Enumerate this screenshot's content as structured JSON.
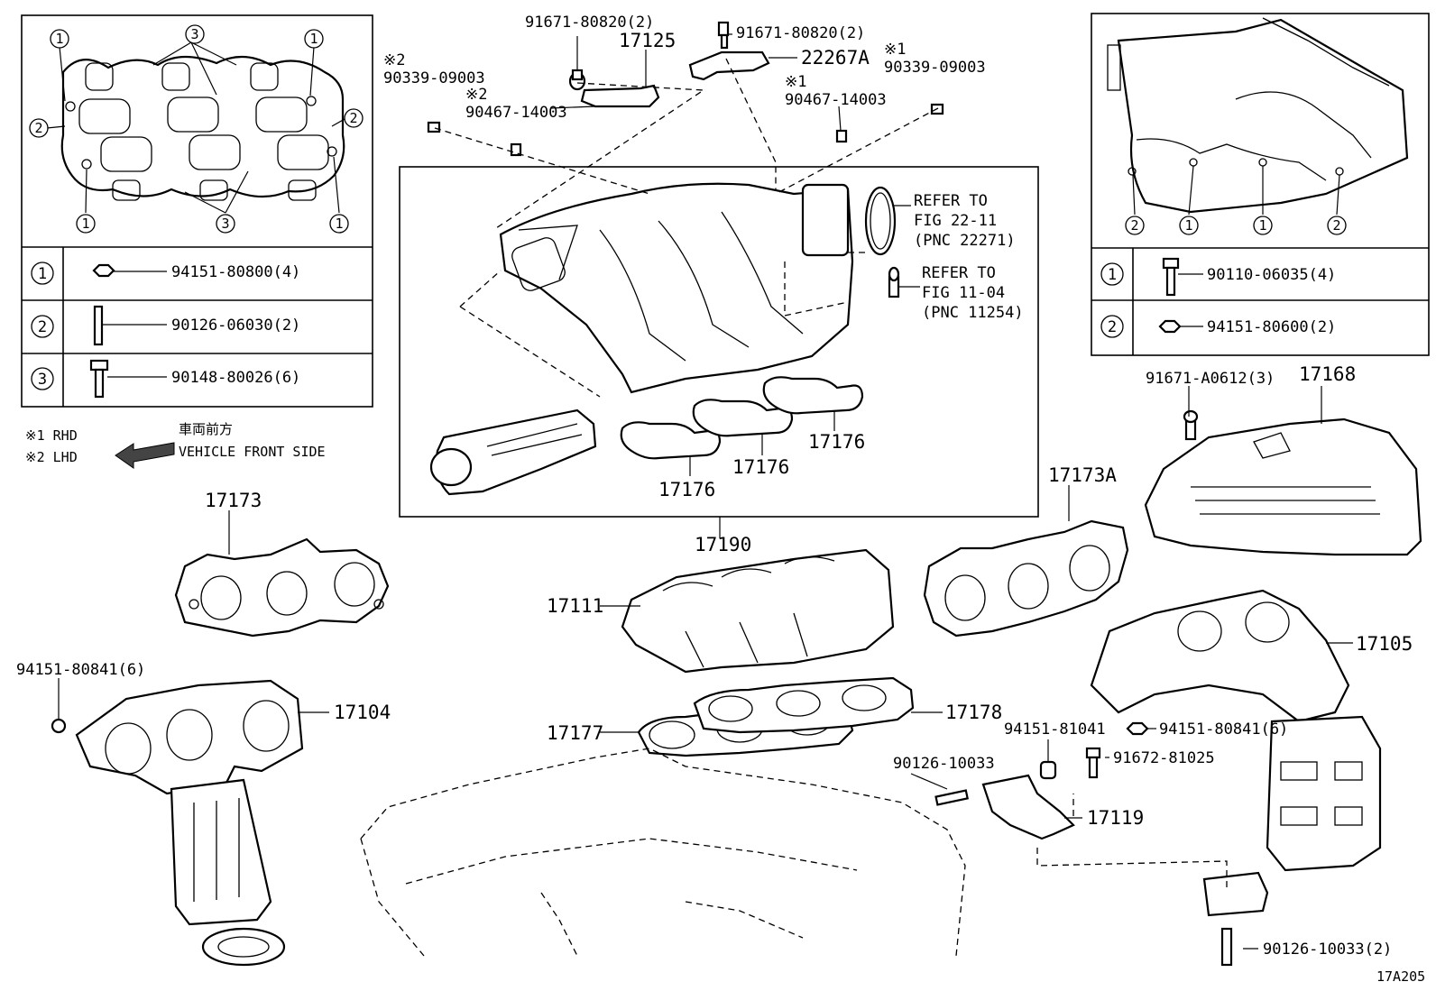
{
  "corner_code": "17A205",
  "legend": {
    "rhd": "※1 RHD",
    "lhd": "※2 LHD",
    "front_jp": "車両前方",
    "front_en": "VEHICLE FRONT SIDE"
  },
  "left_inset": {
    "markers": [
      "1",
      "2",
      "3"
    ],
    "rows": [
      {
        "num": "1",
        "part": "94151-80800(4)"
      },
      {
        "num": "2",
        "part": "90126-06030(2)"
      },
      {
        "num": "3",
        "part": "90148-80026(6)"
      }
    ]
  },
  "right_inset": {
    "markers": [
      "1",
      "2"
    ],
    "rows": [
      {
        "num": "1",
        "part": "90110-06035(4)"
      },
      {
        "num": "2",
        "part": "94151-80600(2)"
      }
    ]
  },
  "refer": [
    {
      "line1": "REFER TO",
      "line2": "FIG 22-11",
      "line3": "(PNC 22271)"
    },
    {
      "line1": "REFER TO",
      "line2": "FIG 11-04",
      "line3": "(PNC 11254)"
    }
  ],
  "labels": {
    "l_91671_80820_a": "91671-80820(2)",
    "l_91671_80820_b": "91671-80820(2)",
    "l_17125": "17125",
    "l_22267A": "22267A",
    "l_mark2_a": "※2",
    "l_90339_a": "90339-09003",
    "l_mark2_b": "※2",
    "l_90467_a": "90467-14003",
    "l_mark1_a": "※1",
    "l_90339_b": "90339-09003",
    "l_mark1_b": "※1",
    "l_90467_b": "90467-14003",
    "l_17176_a": "17176",
    "l_17176_b": "17176",
    "l_17176_c": "17176",
    "l_17190": "17190",
    "l_17173": "17173",
    "l_17173A": "17173A",
    "l_91671_A0612": "91671-A0612(3)",
    "l_17168": "17168",
    "l_17111": "17111",
    "l_17105": "17105",
    "l_94151_80841_a": "94151-80841(6)",
    "l_17104": "17104",
    "l_17178": "17178",
    "l_17177": "17177",
    "l_94151_81041": "94151-81041",
    "l_94151_80841_b": "94151-80841(6)",
    "l_90126_10033_a": "90126-10033",
    "l_91672_81025": "91672-81025",
    "l_17119": "17119",
    "l_90126_10033_b": "90126-10033(2)"
  }
}
